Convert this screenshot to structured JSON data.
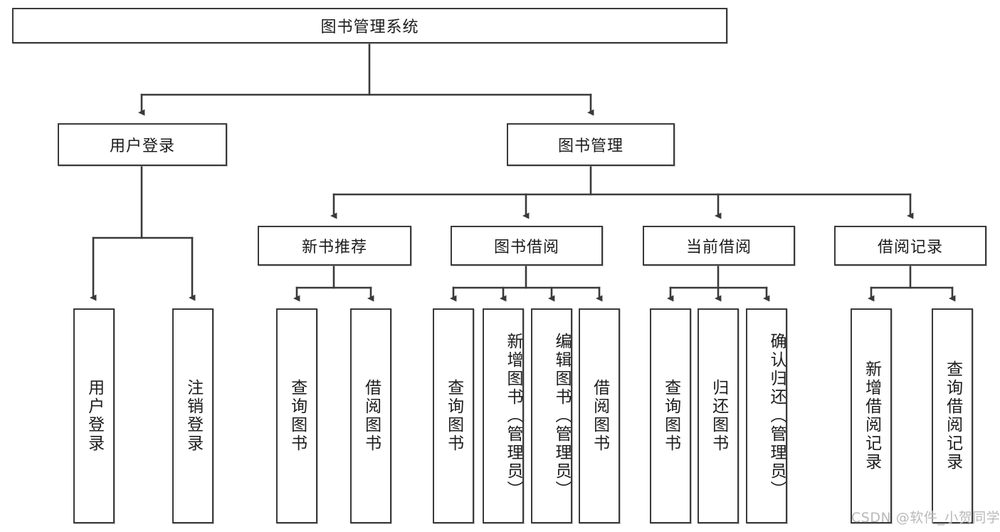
{
  "diagram": {
    "root": {
      "label": "图书管理系统"
    },
    "level2": [
      {
        "label": "用户登录"
      },
      {
        "label": "图书管理"
      }
    ],
    "level3": [
      {
        "label": "新书推荐"
      },
      {
        "label": "图书借阅"
      },
      {
        "label": "当前借阅"
      },
      {
        "label": "借阅记录"
      }
    ],
    "leaves": {
      "user_login": [
        {
          "label": "用户登录"
        },
        {
          "label": "注销登录"
        }
      ],
      "new_book_recommend": [
        {
          "label": "查询图书"
        },
        {
          "label": "借阅图书"
        }
      ],
      "book_borrow": [
        {
          "label": "查询图书"
        },
        {
          "label": "新增图书（管理员）"
        },
        {
          "label": "编辑图书（管理员）"
        },
        {
          "label": "借阅图书"
        }
      ],
      "current_borrow": [
        {
          "label": "查询图书"
        },
        {
          "label": "归还图书"
        },
        {
          "label": "确认归还（管理员）"
        }
      ],
      "borrow_records": [
        {
          "label": "新增借阅记录"
        },
        {
          "label": "查询借阅记录"
        }
      ]
    }
  },
  "watermark": {
    "text": "CSDN @软件_小贺同学"
  },
  "colors": {
    "stroke": "#3a3a3a",
    "background": "#ffffff",
    "text": "#1c1c1c",
    "watermark": "#b9b9b9"
  }
}
